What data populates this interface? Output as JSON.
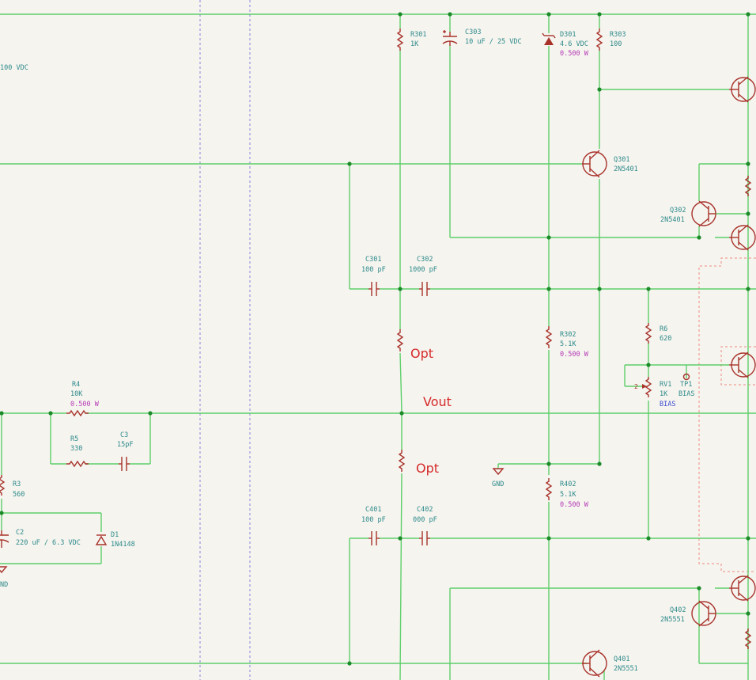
{
  "notes": {
    "opt_top": "Opt",
    "vout": "Vout",
    "opt_bottom": "Opt"
  },
  "edge": {
    "supply_value": "100 VDC",
    "gnd_label": "ND"
  },
  "components": {
    "r301": {
      "ref": "R301",
      "value": "1K"
    },
    "c303": {
      "ref": "C303",
      "value": "10 uF / 25 VDC"
    },
    "d301": {
      "ref": "D301",
      "value": "4.6 VDC",
      "power": "0.500 W"
    },
    "r303": {
      "ref": "R303",
      "value": "100"
    },
    "q301": {
      "ref": "Q301",
      "value": "2N5401"
    },
    "q302": {
      "ref": "Q302",
      "value": "2N5401"
    },
    "c301": {
      "ref": "C301",
      "value": "100 pF"
    },
    "c302": {
      "ref": "C302",
      "value": "1000 pF"
    },
    "r302": {
      "ref": "R302",
      "value": "5.1K",
      "power": "0.500 W"
    },
    "r6": {
      "ref": "R6",
      "value": "620"
    },
    "rv1": {
      "ref": "RV1",
      "value": "1K",
      "bias": "BIAS",
      "pin": "2"
    },
    "tp1": {
      "ref": "TP1",
      "value": "BIAS"
    },
    "r4": {
      "ref": "R4",
      "value": "10K",
      "power": "0.500 W"
    },
    "r5": {
      "ref": "R5",
      "value": "330"
    },
    "c3": {
      "ref": "C3",
      "value": "15pF"
    },
    "r3": {
      "ref": "R3",
      "value": "560"
    },
    "c2": {
      "ref": "C2",
      "value": "220 uF / 6.3 VDC"
    },
    "d1": {
      "ref": "D1",
      "value": "1N4148"
    },
    "gnd": {
      "ref": "GND"
    },
    "r402": {
      "ref": "R402",
      "value": "5.1K",
      "power": "0.500 W"
    },
    "c401": {
      "ref": "C401",
      "value": "100 pF"
    },
    "c402": {
      "ref": "C402",
      "value": "000 pF"
    },
    "q402": {
      "ref": "Q402",
      "value": "2N5551"
    },
    "q401": {
      "ref": "Q401",
      "value": "2N5551"
    }
  },
  "colors": {
    "wire": "#5fcf6a",
    "component": "#a8322a",
    "reference": "#2e8a8a",
    "power": "#b53ab5",
    "bias": "#3a4ad0",
    "note": "#d62a2a",
    "sheet_border": "#8a84dc",
    "zone_border": "#ee8a82"
  }
}
